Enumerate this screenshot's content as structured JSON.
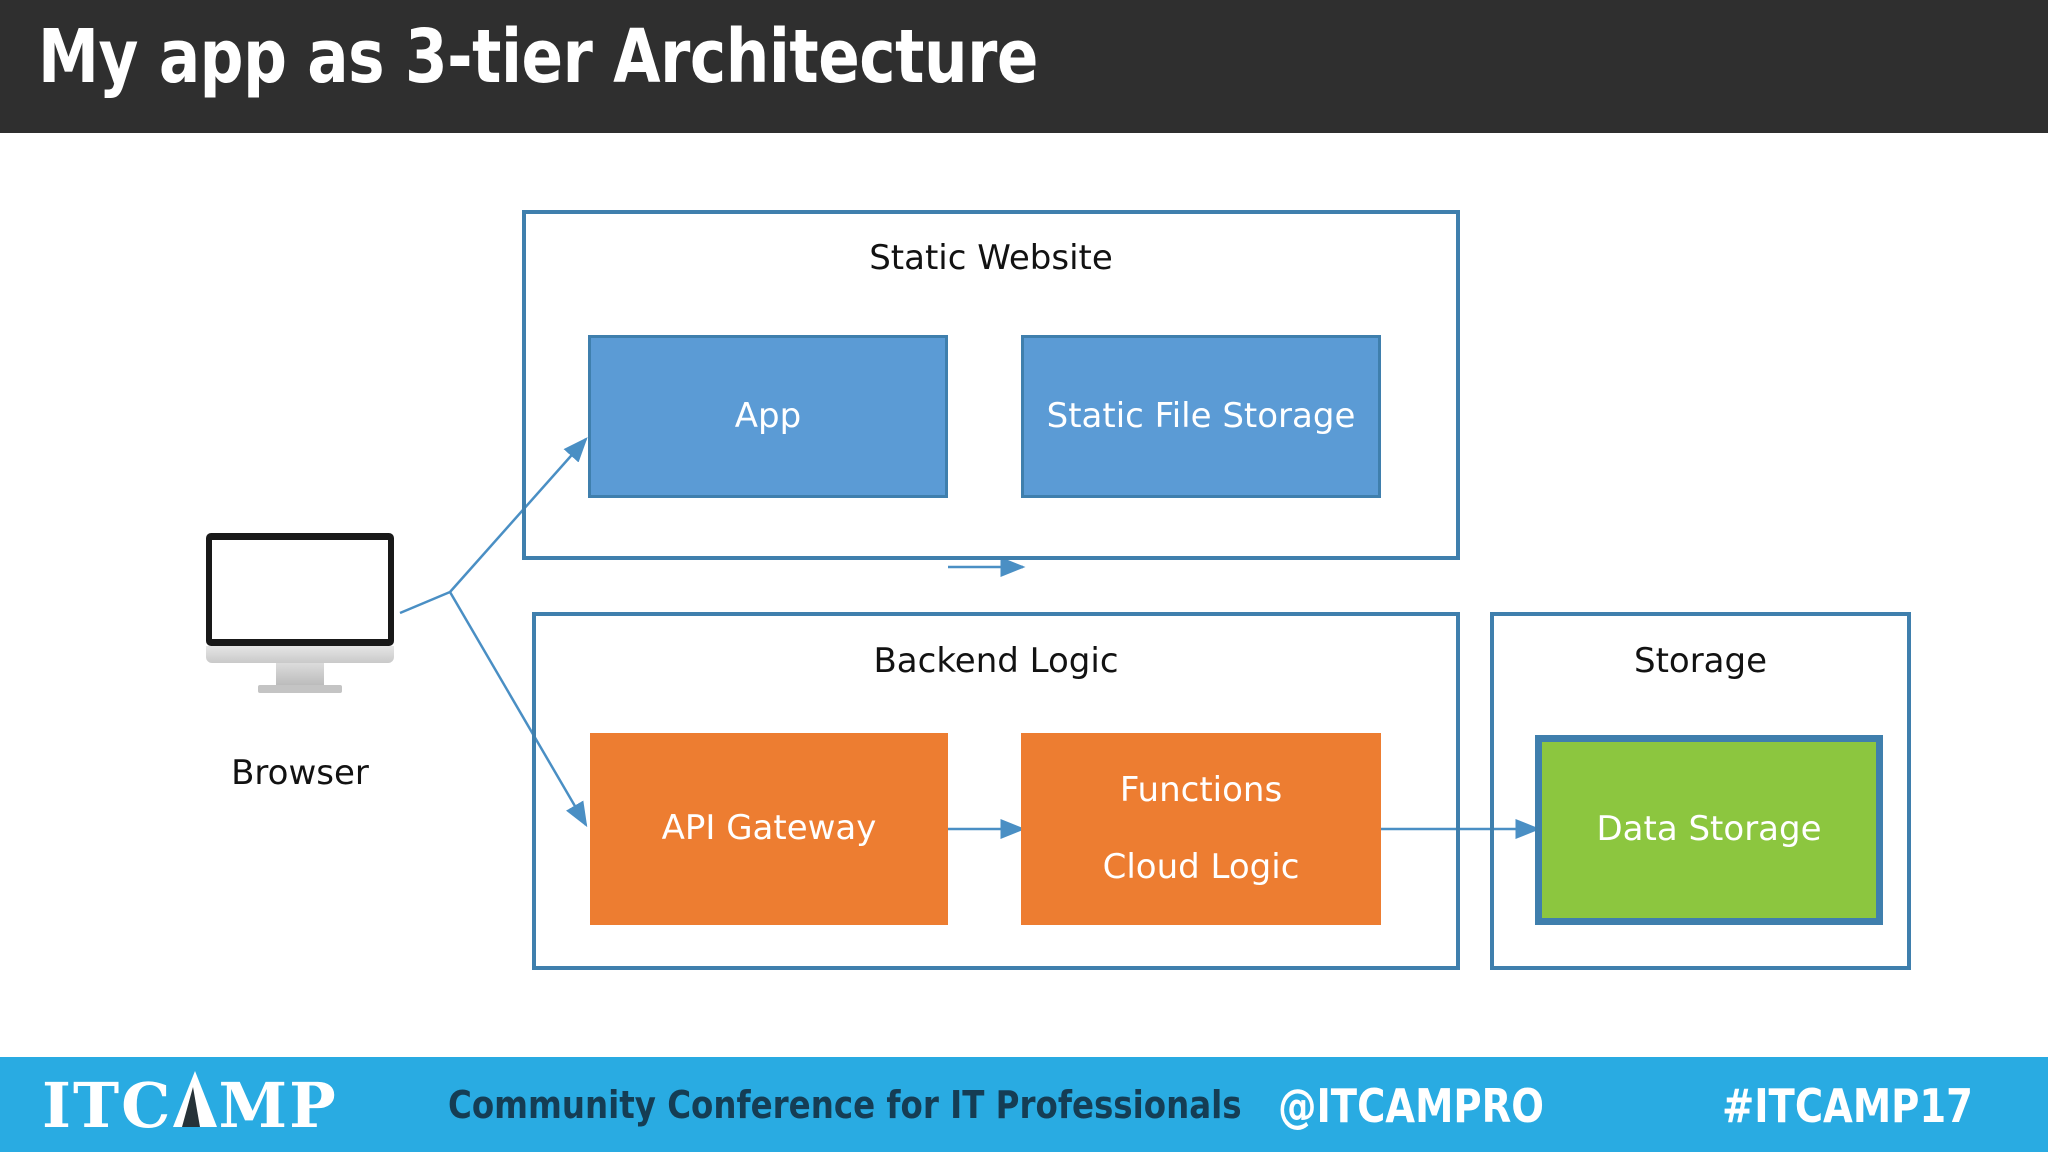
{
  "slide": {
    "title": "My app as 3-tier Architecture",
    "background_color": "#ffffff",
    "header_color": "#2f2f2f"
  },
  "colors": {
    "tier_border": "#3f7fad",
    "presentation_fill": "#5b9bd5",
    "logic_fill": "#ed7d31",
    "storage_fill": "#8cc63f",
    "arrow": "#4a8fc4",
    "footer": "#29abe2",
    "footer_tagline": "#153d54"
  },
  "diagram": {
    "client": {
      "icon": "desktop-monitor-icon",
      "label": "Browser"
    },
    "groups": [
      {
        "id": "static-website",
        "label": "Static Website",
        "nodes": [
          {
            "id": "app",
            "label": "App",
            "fill": "#5b9bd5"
          },
          {
            "id": "static-file-storage",
            "label": "Static File Storage",
            "fill": "#5b9bd5"
          }
        ]
      },
      {
        "id": "backend-logic",
        "label": "Backend Logic",
        "nodes": [
          {
            "id": "api-gateway",
            "label": "API Gateway",
            "fill": "#ed7d31"
          },
          {
            "id": "functions",
            "label_line1": "Functions",
            "label_line2": "Cloud Logic",
            "fill": "#ed7d31"
          }
        ]
      },
      {
        "id": "storage",
        "label": "Storage",
        "nodes": [
          {
            "id": "data-storage",
            "label": "Data Storage",
            "fill": "#8cc63f"
          }
        ]
      }
    ],
    "connections": [
      {
        "from": "browser",
        "to": "app"
      },
      {
        "from": "browser",
        "to": "api-gateway"
      },
      {
        "from": "app",
        "to": "static-file-storage"
      },
      {
        "from": "api-gateway",
        "to": "functions"
      },
      {
        "from": "functions",
        "to": "data-storage"
      }
    ]
  },
  "footer": {
    "logo_part1": "ITC",
    "logo_mark": "A",
    "logo_part2": "MP",
    "tagline": "Community Conference for IT Professionals",
    "handle": "@ITCAMPRO",
    "hashtag": "#ITCAMP17"
  }
}
